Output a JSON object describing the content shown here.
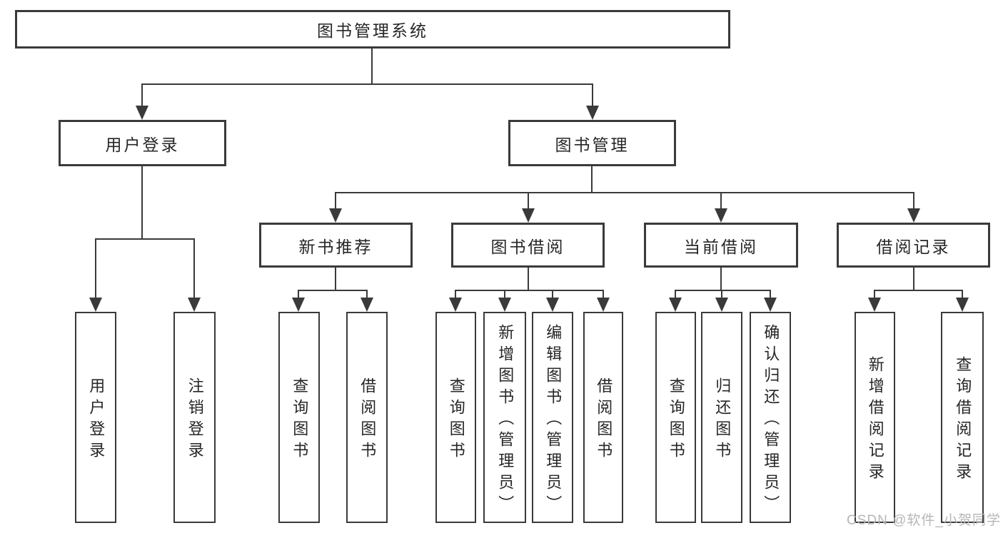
{
  "tree": {
    "root": {
      "label": "图书管理系统"
    },
    "branches": [
      {
        "label": "用户登录",
        "children": [
          {
            "label": "用户登录"
          },
          {
            "label": "注销登录"
          }
        ]
      },
      {
        "label": "图书管理",
        "children": [
          {
            "label": "新书推荐",
            "children": [
              {
                "label": "查询图书"
              },
              {
                "label": "借阅图书"
              }
            ]
          },
          {
            "label": "图书借阅",
            "children": [
              {
                "label": "查询图书"
              },
              {
                "label": "新增图书（管理员）"
              },
              {
                "label": "编辑图书（管理员）"
              },
              {
                "label": "借阅图书"
              }
            ]
          },
          {
            "label": "当前借阅",
            "children": [
              {
                "label": "查询图书"
              },
              {
                "label": "归还图书"
              },
              {
                "label": "确认归还（管理员）"
              }
            ]
          },
          {
            "label": "借阅记录",
            "children": [
              {
                "label": "新增借阅记录"
              },
              {
                "label": "查询借阅记录"
              }
            ]
          }
        ]
      }
    ]
  },
  "watermark": {
    "text": "CSDN @软件_小贺同学",
    "color": "#b6b6b6"
  },
  "colors": {
    "line": "#3a3a3a",
    "text": "#262626",
    "background": "#ffffff"
  }
}
